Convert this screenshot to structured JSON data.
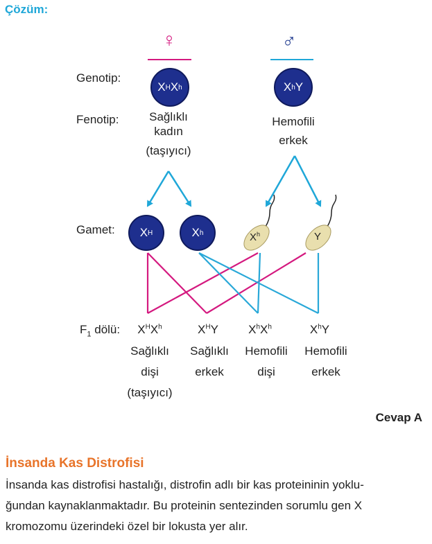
{
  "header": {
    "title": "Çözüm:"
  },
  "symbols": {
    "female": "♀",
    "male": "♂"
  },
  "labels": {
    "genotype": "Genotip:",
    "phenotype": "Fenotip:",
    "gamete": "Gamet:",
    "f1_main": "F",
    "f1_sub": "1",
    "f1_rest": " dölü:"
  },
  "parents": {
    "female": {
      "genotype_base1": "X",
      "genotype_sup1": "H",
      "genotype_base2": "X",
      "genotype_sup2": "h",
      "phenotype_line1": "Sağlıklı",
      "phenotype_line2": "kadın",
      "phenotype_line3": "(taşıyıcı)"
    },
    "male": {
      "genotype_base1": "X",
      "genotype_sup1": "h",
      "genotype_base2": "Y",
      "phenotype_line1": "Hemofili",
      "phenotype_line2": "erkek"
    }
  },
  "gametes": {
    "egg1": {
      "base": "X",
      "sup": "H"
    },
    "egg2": {
      "base": "X",
      "sup": "h"
    },
    "sperm1": {
      "base": "X",
      "sup": "h"
    },
    "sperm2": {
      "base": "Y"
    }
  },
  "offspring": [
    {
      "g1": "X",
      "s1": "H",
      "g2": "X",
      "s2": "h",
      "p1": "Sağlıklı",
      "p2": "dişi",
      "p3": "(taşıyıcı)"
    },
    {
      "g1": "X",
      "s1": "H",
      "g2": "Y",
      "s2": "",
      "p1": "Sağlıklı",
      "p2": "erkek",
      "p3": ""
    },
    {
      "g1": "X",
      "s1": "h",
      "g2": "X",
      "s2": "h",
      "p1": "Hemofili",
      "p2": "dişi",
      "p3": ""
    },
    {
      "g1": "X",
      "s1": "h",
      "g2": "Y",
      "s2": "",
      "p1": "Hemofili",
      "p2": "erkek",
      "p3": ""
    }
  ],
  "answer": "Cevap A",
  "section": {
    "title": "İnsanda Kas Distrofisi",
    "line1": "İnsanda kas distrofisi hastalığı, distrofin adlı bir kas proteininin yoklu-",
    "line2": "ğundan kaynaklanmaktadır. Bu proteinin sentezinden sorumlu gen X",
    "line3": "kromozomu üzerindeki özel bir lokusta yer alır."
  },
  "colors": {
    "accent_title": "#1fa7d8",
    "female": "#d4197f",
    "male_line": "#1fa7d8",
    "arrow": "#1fa7d8",
    "cross_pink": "#d4197f",
    "cross_blue": "#29a8d8",
    "circle": "#1e2f8e",
    "section_title": "#e8742a"
  }
}
